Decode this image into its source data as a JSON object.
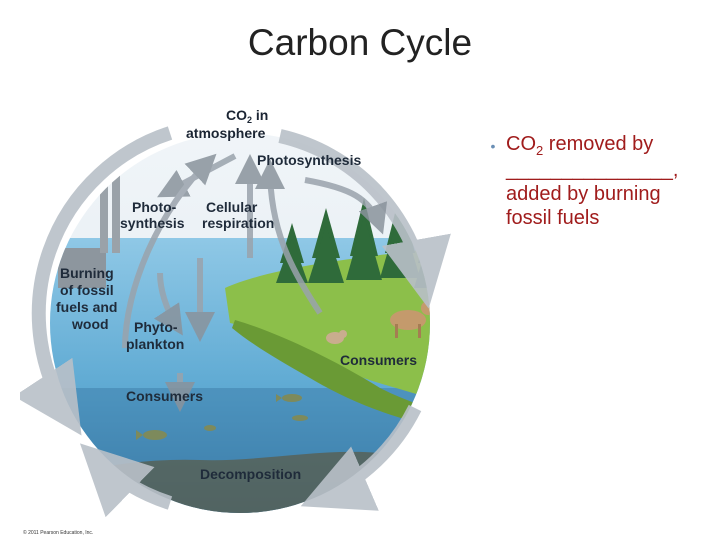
{
  "title": "Carbon Cycle",
  "bullet": {
    "text_prefix": "CO",
    "text_sub": "2",
    "text_suffix": " removed by",
    "blank": "_______________,",
    "line3": "added by burning",
    "line4": "fossil fuels"
  },
  "diagram": {
    "co2_prefix": "CO",
    "co2_sub": "2",
    "co2_suffix": " in",
    "co2_line2": "atmosphere",
    "photosynthesis": "Photosynthesis",
    "photo_line1": "Photo-",
    "photo_line2": "synthesis",
    "cellular_line1": "Cellular",
    "cellular_line2": "respiration",
    "burning_1": "Burning",
    "burning_2": "of fossil",
    "burning_3": "fuels and",
    "burning_4": "wood",
    "phyto_1": "Phyto-",
    "phyto_2": "plankton",
    "consumers_land": "Consumers",
    "consumers_water": "Consumers",
    "decomposition": "Decomposition",
    "copyright": "© 2011 Pearson Education, Inc."
  },
  "colors": {
    "title": "#222222",
    "bullet_text": "#a01c1c",
    "bullet_dot": "#6a8fb5",
    "arrow": "#b9bfc6",
    "water": "#6fb3d6",
    "deep_water": "#2f6f9c",
    "land": "#8cbf4a",
    "sky": "#e4eef4"
  }
}
